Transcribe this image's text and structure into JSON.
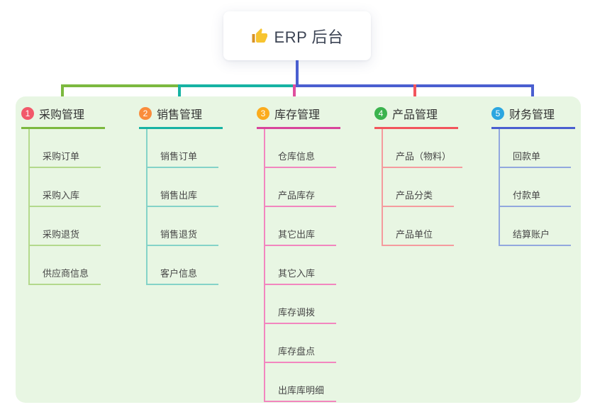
{
  "root": {
    "label": "ERP 后台",
    "icon": "thumbs-up-icon"
  },
  "branches": [
    {
      "index": "1",
      "label": "采购管理",
      "badge_color": "#f2596a",
      "line_color": "#7cb93f",
      "child_line_color": "#b3d98c",
      "children": [
        "采购订单",
        "采购入库",
        "采购退货",
        "供应商信息"
      ]
    },
    {
      "index": "2",
      "label": "销售管理",
      "badge_color": "#fa8c3c",
      "line_color": "#17b3a3",
      "child_line_color": "#84d3c8",
      "children": [
        "销售订单",
        "销售出库",
        "销售退货",
        "客户信息"
      ]
    },
    {
      "index": "3",
      "label": "库存管理",
      "badge_color": "#fbab1d",
      "line_color": "#d8459b",
      "child_line_color": "#f286bf",
      "children": [
        "仓库信息",
        "产品库存",
        "其它出库",
        "其它入库",
        "库存调拨",
        "库存盘点",
        "出库库明细"
      ]
    },
    {
      "index": "4",
      "label": "产品管理",
      "badge_color": "#3bb34e",
      "line_color": "#f2555c",
      "child_line_color": "#f59b9e",
      "children": [
        "产品（物料）",
        "产品分类",
        "产品单位"
      ]
    },
    {
      "index": "5",
      "label": "财务管理",
      "badge_color": "#2ba6e0",
      "line_color": "#4a5fd0",
      "child_line_color": "#92a8de",
      "children": [
        "回款单",
        "付款单",
        "结算账户"
      ]
    }
  ],
  "colors": {
    "stem": "#4a5fd0",
    "panel_background": "#e8f6e3",
    "root_card_background": "#ffffff"
  }
}
